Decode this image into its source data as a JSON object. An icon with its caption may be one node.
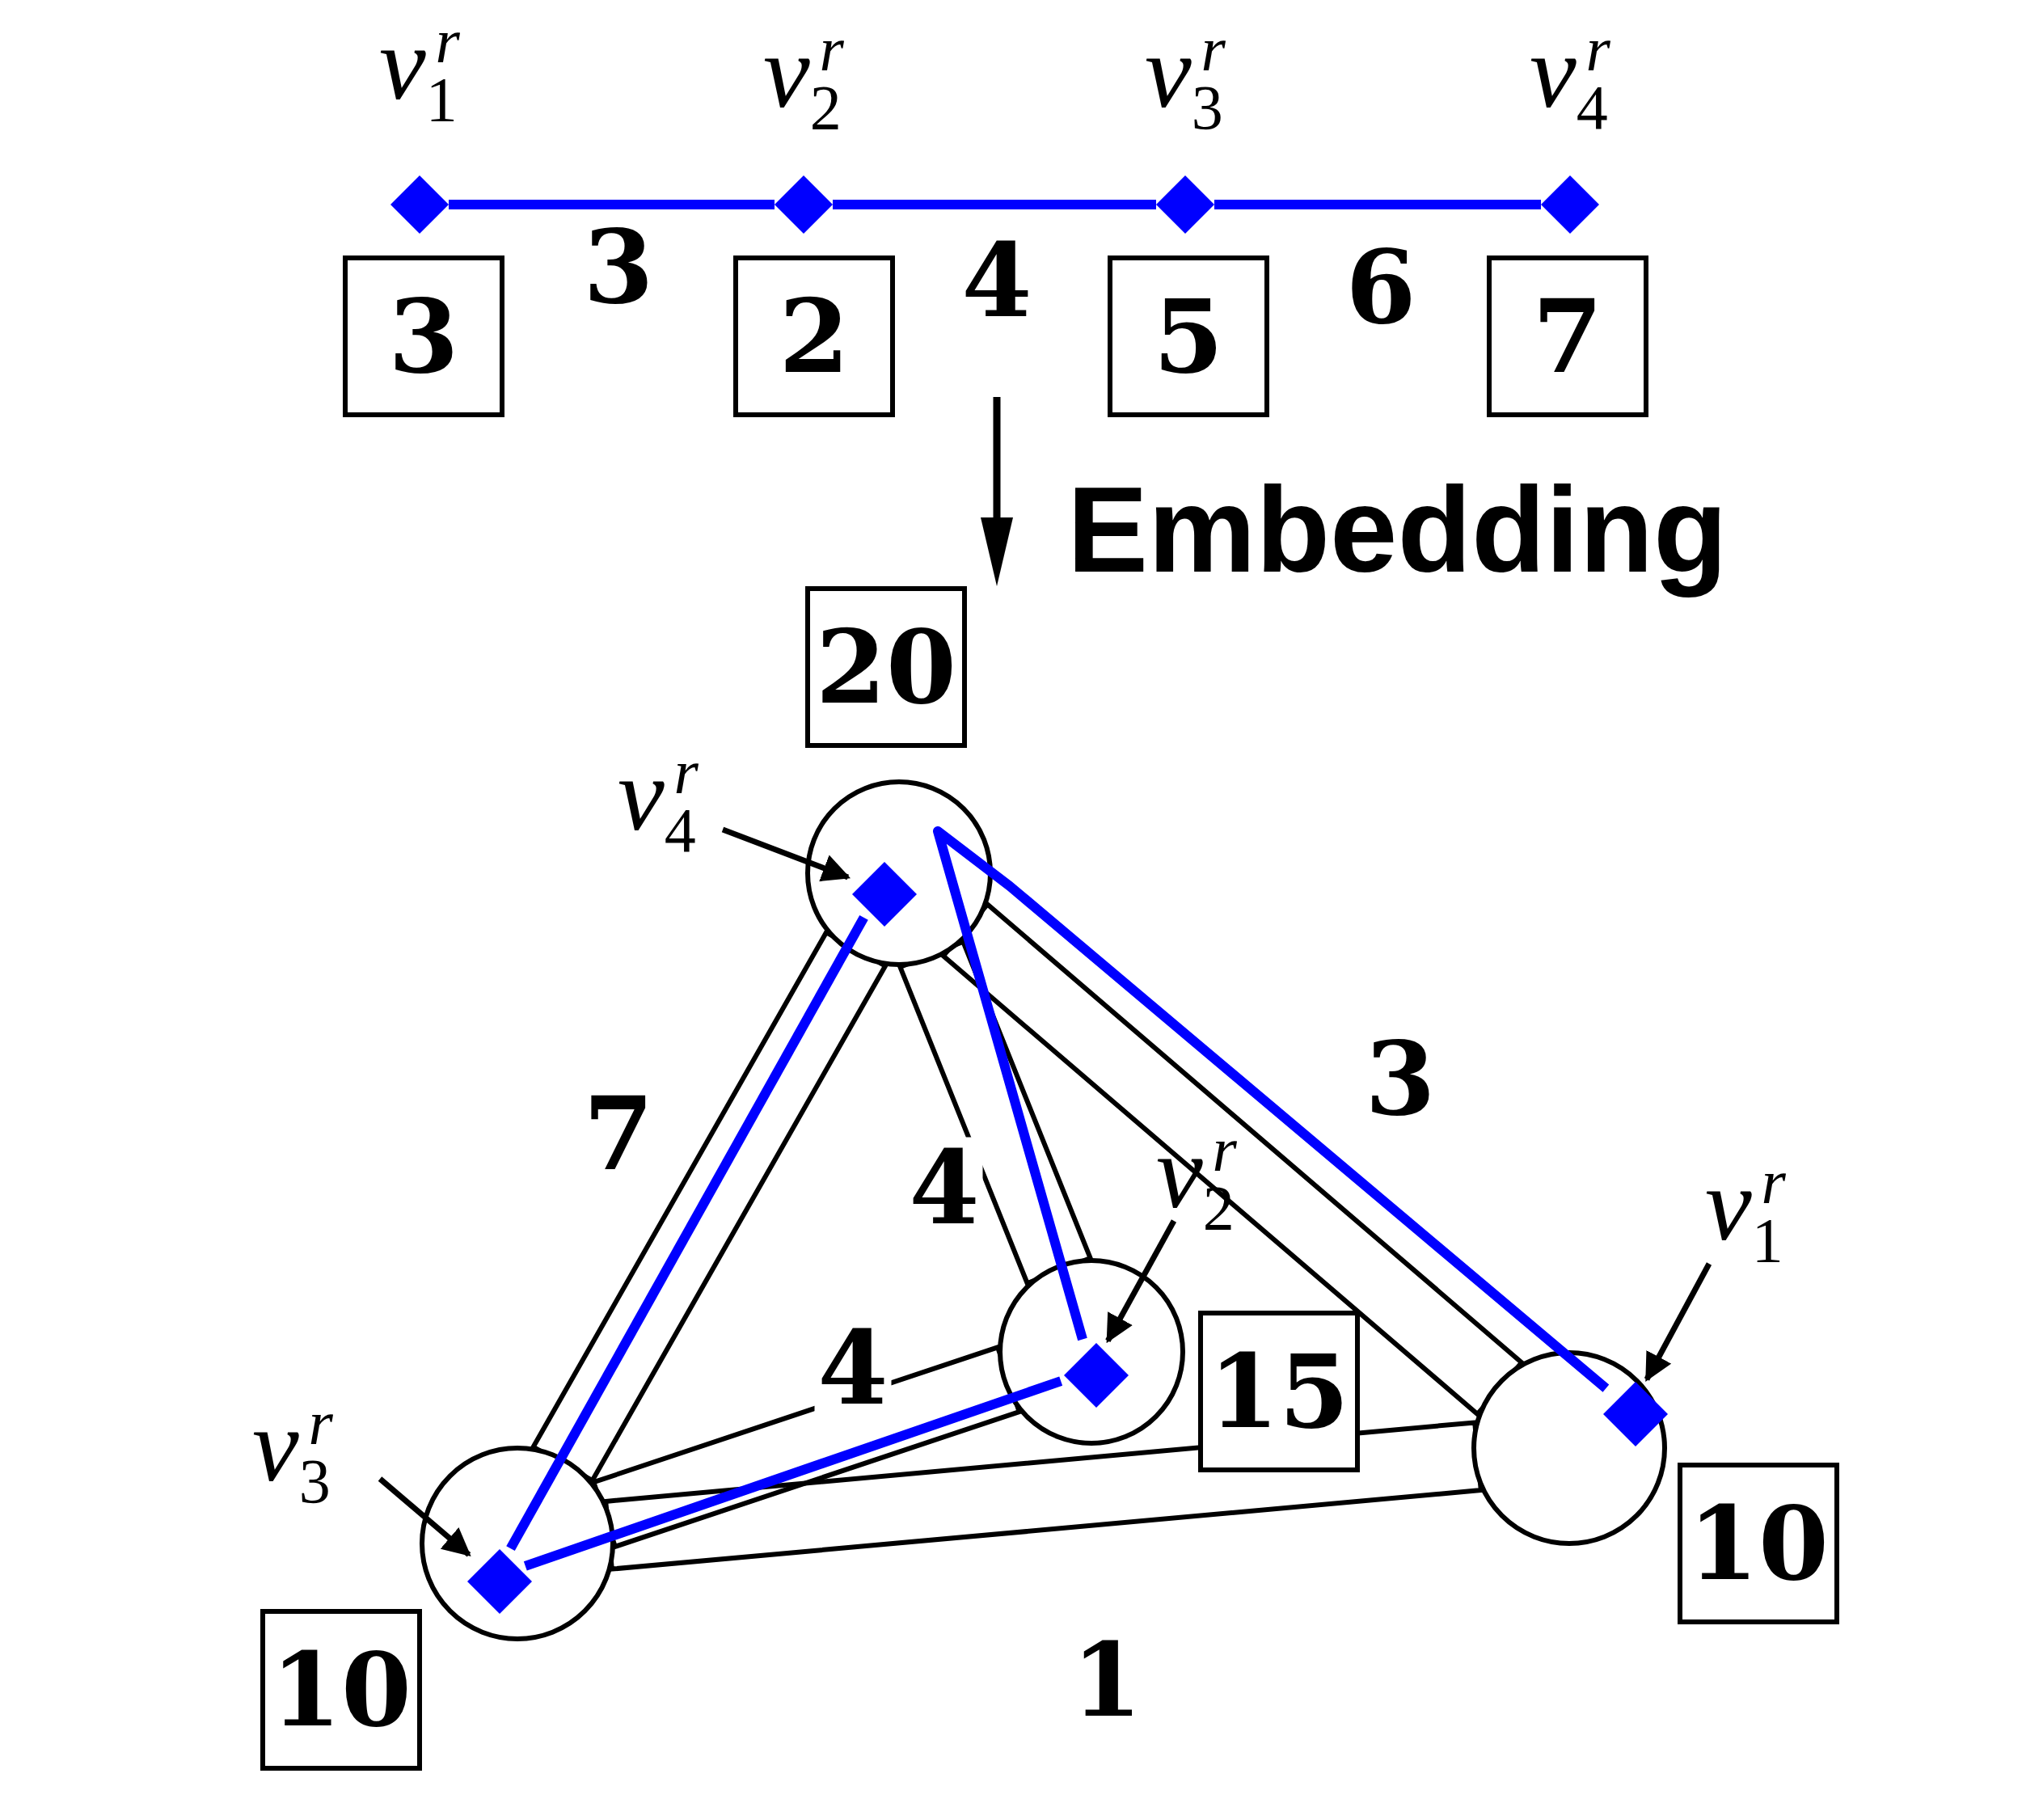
{
  "diagram": {
    "nodes": [
      {
        "text": [
          "*v*$_{1}$$^{r}$"
        ]
      },
      {
        "text": [
          "*v*$_{2}$$^{r}$"
        ]
      },
      {
        "text": [
          "*v*$_{3}$$^{r}$"
        ]
      },
      {
        "text": [
          "*v*$_{4}$$^{r}$"
        ]
      },
      {
        "text": [
          "3"
        ]
      },
      {
        "text": [
          "2"
        ]
      },
      {
        "text": [
          "5"
        ]
      },
      {
        "text": [
          "7"
        ]
      },
      {
        "text": [
          "20"
        ]
      },
      {
        "text": [
          "*v*$_{4}$$^{r}$"
        ]
      },
      {
        "text": [],
        "shape": "circle"
      },
      {
        "text": [],
        "shape": "diamond",
        "in": 10
      },
      {
        "text": [
          "*v*$_{2}$$^{r}$"
        ]
      },
      {
        "text": [],
        "shape": "circle"
      },
      {
        "text": [],
        "shape": "diamond",
        "in": 13
      },
      {
        "text": [
          "15"
        ]
      },
      {
        "text": [
          "*v*$_{1}$$^{r}$"
        ]
      },
      {
        "text": [],
        "shape": "circle"
      },
      {
        "text": [],
        "shape": "diamond",
        "in": 17
      },
      {
        "text": [
          "*v*$_{3}$$^{r}$"
        ]
      },
      {
        "text": [],
        "shape": "circle"
      },
      {
        "text": [],
        "shape": "diamond",
        "in": 20
      },
      {
        "text": [
          "10"
        ]
      },
      {
        "text": [
          "10"
        ]
      }
    ],
    "edges": [
      {
        "from": 0,
        "to": 1,
        "arrow": "none",
        "label": "3",
        "color": "#0000ff"
      },
      {
        "from": 1,
        "to": 2,
        "arrow": "none",
        "label": "4",
        "color": "#0000ff"
      },
      {
        "from": 2,
        "to": 3,
        "arrow": "none",
        "label": "6",
        "color": "#0000ff"
      },
      {
        "from": 10,
        "to": 20,
        "arrow": "none",
        "label": "7",
        "color": "#000000"
      },
      {
        "from": 10,
        "to": 13,
        "arrow": "none",
        "label": "4",
        "color": "#000000"
      },
      {
        "from": 13,
        "to": 20,
        "arrow": "none",
        "label": "4",
        "color": "#000000"
      },
      {
        "from": 10,
        "to": 17,
        "arrow": "none",
        "label": "3",
        "color": "#000000"
      },
      {
        "from": 20,
        "to": 17,
        "arrow": "none",
        "label": "1",
        "color": "#000000"
      },
      {
        "from": 18,
        "to": 14,
        "arrow": "none",
        "color": "#0000ff"
      },
      {
        "from": 14,
        "to": 21,
        "arrow": "none",
        "color": "#0000ff"
      },
      {
        "from": 21,
        "to": 11,
        "arrow": "none",
        "color": "#0000ff"
      },
      {
        "from": 9,
        "to": 11,
        "arrow": "to",
        "color": "#000000"
      },
      {
        "from": 12,
        "to": 14,
        "arrow": "to",
        "color": "#000000"
      },
      {
        "from": 16,
        "to": 18,
        "arrow": "to",
        "color": "#000000"
      },
      {
        "from": 19,
        "to": 21,
        "arrow": "to",
        "color": "#000000"
      }
    ],
    "labels": [
      "Embedding"
    ]
  }
}
